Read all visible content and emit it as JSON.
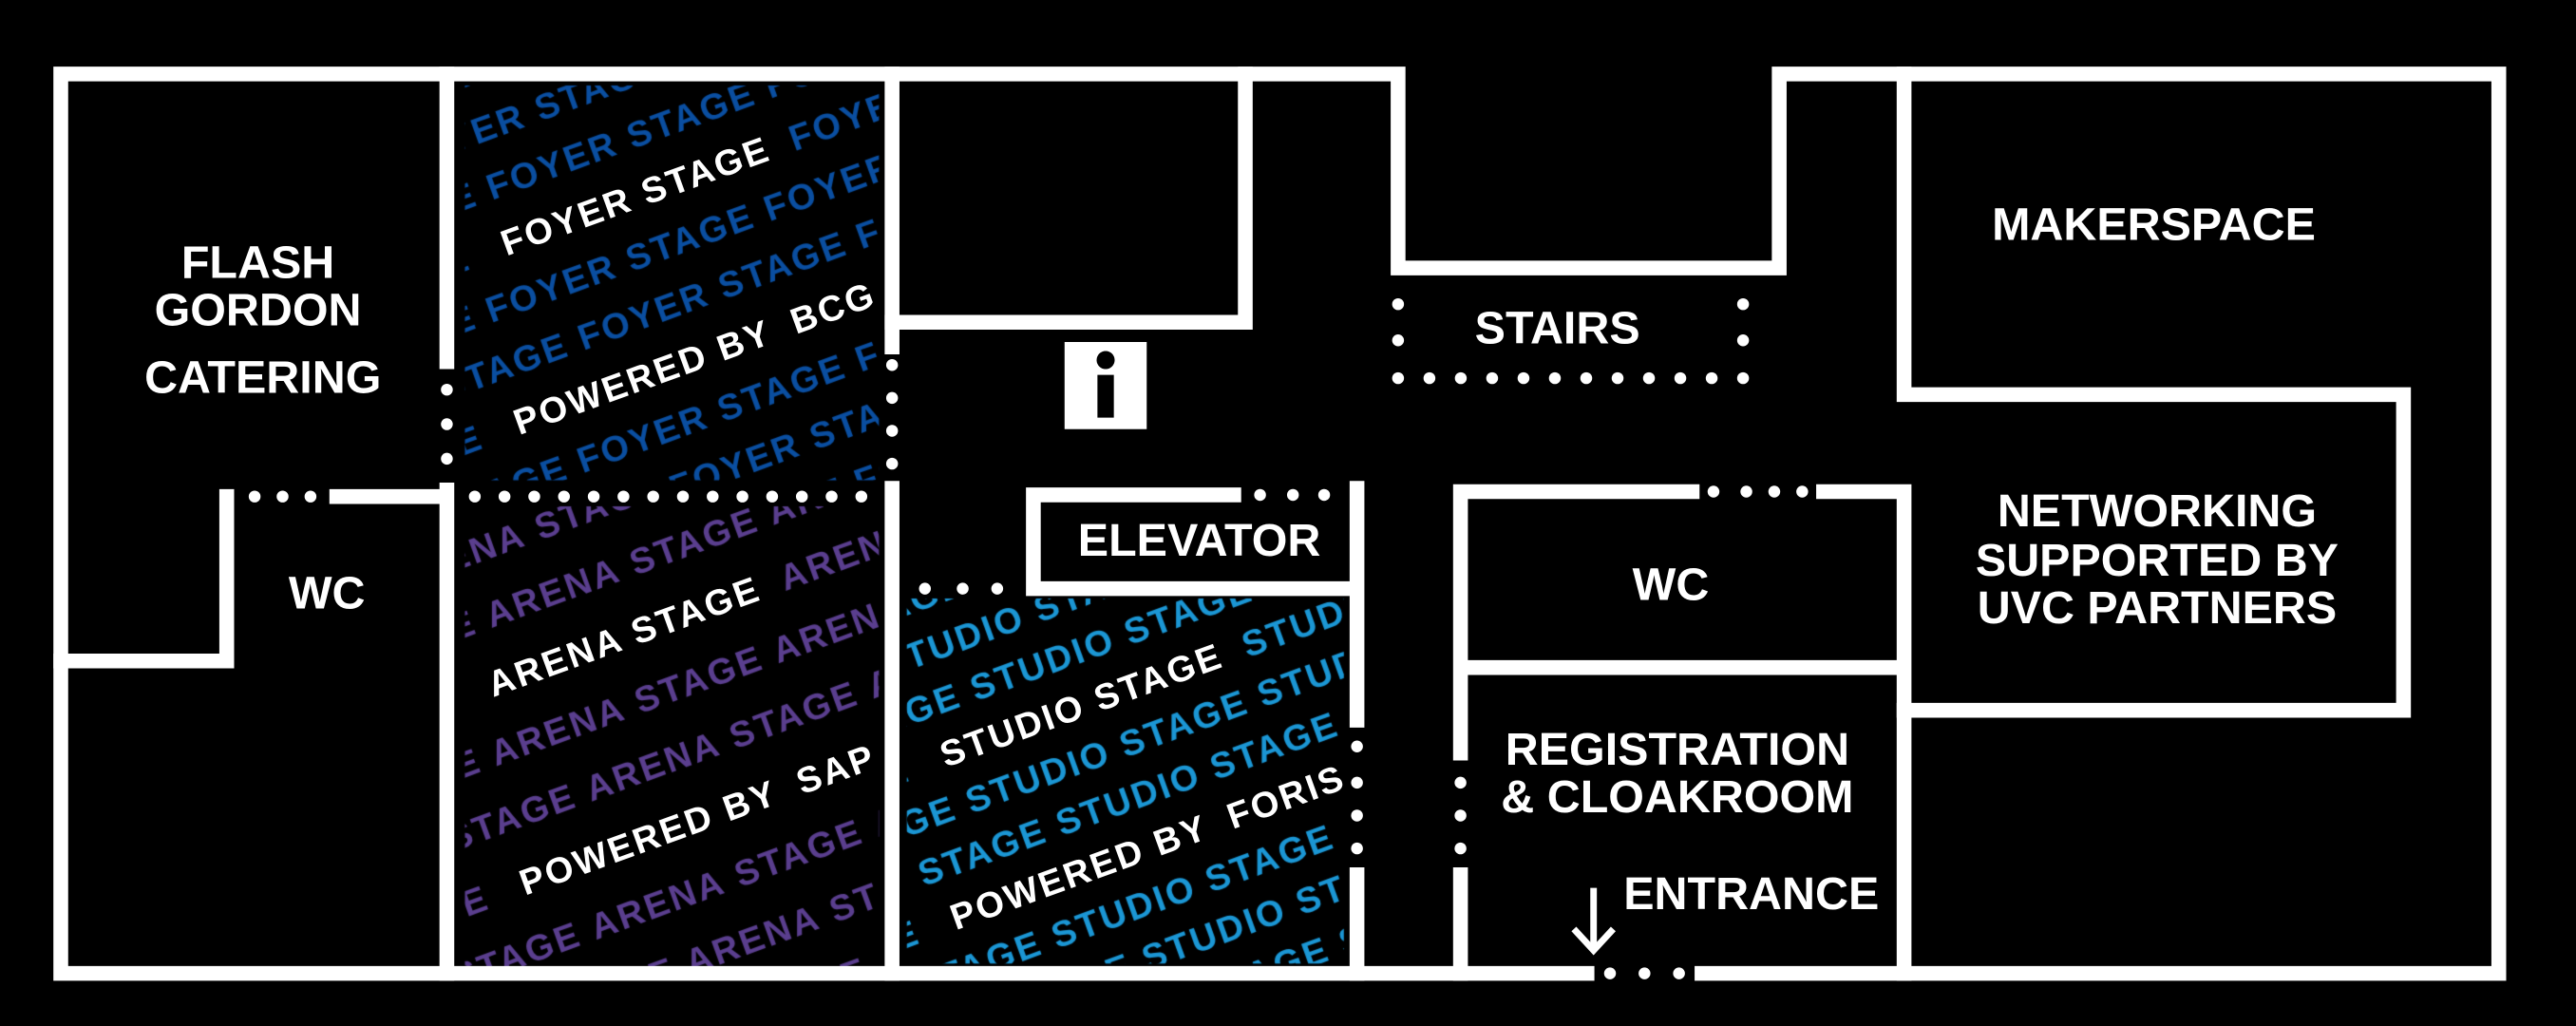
{
  "map": {
    "rooms": {
      "catering": [
        "FLASH",
        "GORDON",
        "CATERING"
      ],
      "wc_left": "WC",
      "elevator": "ELEVATOR",
      "stairs": "STAIRS",
      "makerspace": "MAKERSPACE",
      "networking": [
        "NETWORKING",
        "SUPPORTED BY",
        "UVC PARTNERS"
      ],
      "wc_right": "WC",
      "registration": [
        "REGISTRATION",
        "& CLOAKROOM"
      ],
      "entrance": "ENTRANCE"
    },
    "info_icon": "info-icon",
    "entrance_icon": "arrow-down-icon"
  },
  "stages": [
    {
      "id": "foyer",
      "name": "FOYER STAGE",
      "powered_by": "POWERED BY",
      "sponsor": "BCG",
      "color": "#0a4ea0"
    },
    {
      "id": "arena",
      "name": "ARENA STAGE",
      "powered_by": "POWERED BY",
      "sponsor": "SAP",
      "color": "#5a3e8e"
    },
    {
      "id": "studio",
      "name": "STUDIO STAGE",
      "powered_by": "POWERED BY",
      "sponsor": "FORIS",
      "color": "#1b96d4"
    }
  ],
  "colors": {
    "background": "#000000",
    "walls": "#ffffff"
  }
}
